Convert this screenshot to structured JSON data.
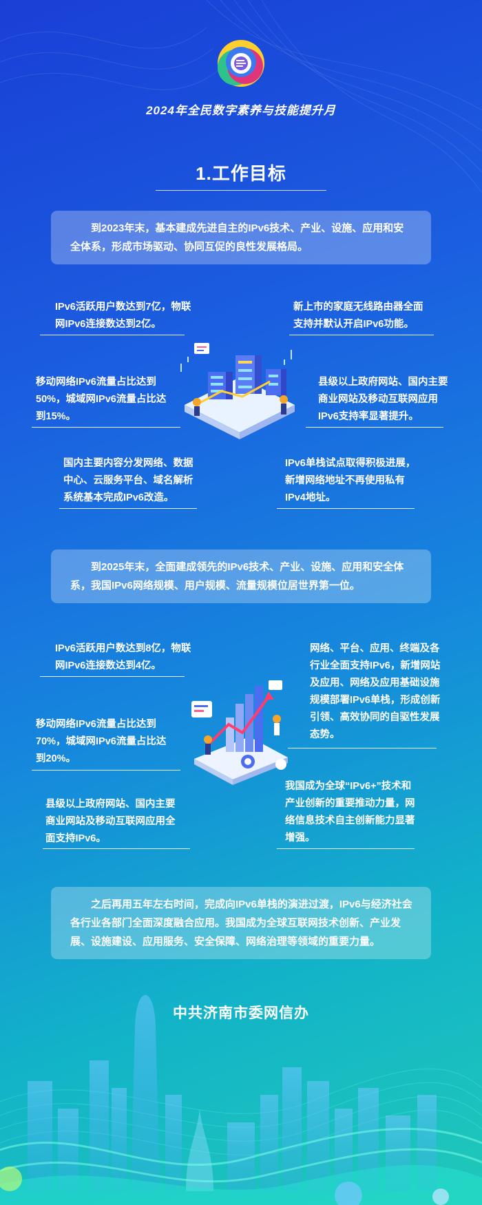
{
  "header": {
    "title": "2024年全民数字素养与技能提升月"
  },
  "section": {
    "title": "1.工作目标"
  },
  "goal_2023": {
    "summary": "到2023年末，基本建成先进自主的IPv6技术、产业、设施、应用和安全体系，形成市场驱动、协同互促的良性发展格局。",
    "points": [
      "IPv6活跃用户数达到7亿，物联网IPv6连接数达到2亿。",
      "新上市的家庭无线路由器全面支持并默认开启IPv6功能。",
      "移动网络IPv6流量占比达到50%，城域网IPv6流量占比达到15%。",
      "县级以上政府网站、国内主要商业网站及移动互联网应用IPv6支持率显著提升。",
      "国内主要内容分发网络、数据中心、云服务平台、域名解析系统基本完成IPv6改造。",
      "IPv6单栈试点取得积极进展，新增网络地址不再使用私有IPv4地址。"
    ]
  },
  "goal_2025": {
    "summary": "到2025年末，全面建成领先的IPv6技术、产业、设施、应用和安全体系，我国IPv6网络规模、用户规模、流量规模位居世界第一位。",
    "points": [
      "IPv6活跃用户数达到8亿，物联网IPv6连接数达到4亿。",
      "网络、平台、应用、终端及各行业全面支持IPv6，新增网站及应用、网络及应用基础设施规模部署IPv6单栈，形成创新引领、高效协同的自驱性发展态势。",
      "移动网络IPv6流量占比达到70%，城域网IPv6流量占比达到20%。",
      "县级以上政府网站、国内主要商业网站及移动互联网应用全面支持IPv6。",
      "我国成为全球“IPv6+”技术和产业创新的重要推动力量，网络信息技术自主创新能力显著增强。"
    ]
  },
  "future": {
    "summary": "之后再用五年左右时间，完成向IPv6单栈的演进过渡，IPv6与经济社会各行业各部门全面深度融合应用。我国成为全球互联网技术创新、产业发展、设施建设、应用服务、安全保障、网络治理等领域的重要力量。"
  },
  "footer": {
    "org": "中共济南市委网信办"
  },
  "colors": {
    "bg_top": "#1a3fd6",
    "bg_bottom": "#20c9b8",
    "panel": "rgba(255,255,255,0.28)"
  }
}
